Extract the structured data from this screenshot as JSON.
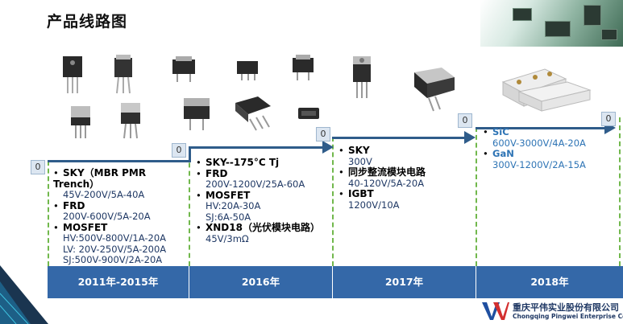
{
  "page": {
    "title": "产品线路图"
  },
  "markers": [
    "0",
    "0",
    "0",
    "0",
    "0"
  ],
  "columns": [
    {
      "items": [
        {
          "head": "SKY（MBR PMR Trench）",
          "lines": [
            "45V-200V/5A-40A"
          ]
        },
        {
          "head": "FRD",
          "lines": [
            "200V-600V/5A-20A"
          ]
        },
        {
          "head": "MOSFET",
          "lines": [
            "HV:500V-800V/1A-20A",
            "LV: 20V-250V/5A-200A",
            "SJ:500V-900V/2A-20A"
          ]
        }
      ]
    },
    {
      "items": [
        {
          "head": "SKY--175°C Tj",
          "lines": []
        },
        {
          "head": "FRD",
          "lines": [
            "200V-1200V/25A-60A"
          ]
        },
        {
          "head": "MOSFET",
          "lines": [
            "HV:20A-30A",
            "SJ:6A-50A"
          ]
        },
        {
          "head": "XND18（光伏模块电路）",
          "lines": [
            "45V/3mΩ"
          ]
        }
      ]
    },
    {
      "items": [
        {
          "head": "SKY",
          "lines": [
            "300V"
          ]
        },
        {
          "head": "同步整流模块电路",
          "lines": [
            "40-120V/5A-20A"
          ]
        },
        {
          "head": "IGBT",
          "lines": [
            "1200V/10A"
          ]
        }
      ]
    },
    {
      "items": [
        {
          "head": "SiC",
          "lines": [
            "600V-3000V/4A-20A"
          ]
        },
        {
          "head": "GaN",
          "lines": [
            "300V-1200V/2A-15A"
          ]
        }
      ]
    }
  ],
  "years": [
    "2011年-2015年",
    "2016年",
    "2017年",
    "2018年"
  ],
  "company": {
    "cn": "重庆平伟实业股份有限公司",
    "en": "Chongqing Pingwei Enterprise Co., Ltd."
  },
  "colors": {
    "bar": "#3468a8",
    "arrow": "#2f5c8a",
    "dash": "#71b84c",
    "new_tech": "#2e74b5"
  }
}
